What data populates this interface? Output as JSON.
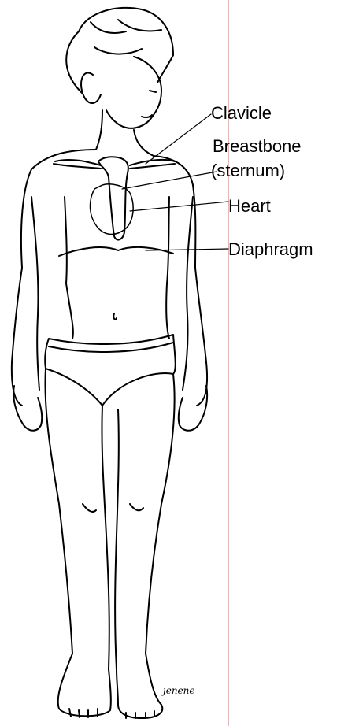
{
  "labels": {
    "clavicle": "Clavicle",
    "breastbone": "Breastbone",
    "sternum": "(sternum)",
    "heart": "Heart",
    "diaphragm": "Diaphragm"
  },
  "signature": "jenene",
  "colors": {
    "ink": "#000000",
    "margin_line": "#d9a0a0",
    "background": "#ffffff"
  }
}
